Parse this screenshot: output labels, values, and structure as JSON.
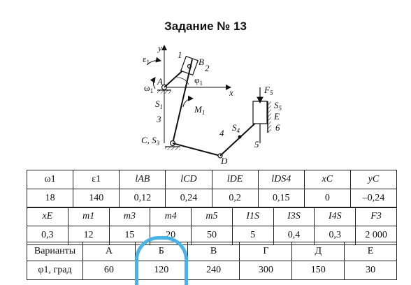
{
  "title": "Задание № 13",
  "diagram_labels": {
    "y": "y",
    "x": "x",
    "eps1": "ε",
    "eps1_sub": "1",
    "omega1": "ω",
    "omega1_sub": "1",
    "A": "A",
    "B": "B",
    "phi1": "φ",
    "phi1_sub": "1",
    "n1": "1",
    "n2": "2",
    "S1": "S",
    "S1_sub": "1",
    "n3": "3",
    "M1": "M",
    "M1_sub": "1",
    "C_S3": "C, S",
    "C_S3_sub": "3",
    "D": "D",
    "n4": "4",
    "S4": "S",
    "S4_sub": "4",
    "F5": "F",
    "F5_sub": "5",
    "S5": "S",
    "S5_sub": "5",
    "E": "E",
    "n6": "6",
    "n5": "5"
  },
  "table1": {
    "headers": [
      "ω1",
      "ε1",
      "lAB",
      "lCD",
      "lDE",
      "lDS4",
      "xC",
      "yC"
    ],
    "values": [
      "18",
      "140",
      "0,12",
      "0,24",
      "0,2",
      "0,15",
      "0",
      "–0,24"
    ]
  },
  "table2": {
    "headers": [
      "xE",
      "m1",
      "m3",
      "m4",
      "m5",
      "I1S",
      "I3S",
      "I4S",
      "F3"
    ],
    "values": [
      "0,3",
      "12",
      "15",
      "20",
      "50",
      "5",
      "0,4",
      "0,3",
      "2 000"
    ]
  },
  "table3": {
    "row1_label": "Варианты",
    "variants": [
      "А",
      "Б",
      "В",
      "Г",
      "Д",
      "Е"
    ],
    "row2_label": "φ1, град",
    "angles": [
      "60",
      "120",
      "240",
      "300",
      "150",
      "30"
    ]
  },
  "colors": {
    "highlight": "#4ab3e6"
  }
}
